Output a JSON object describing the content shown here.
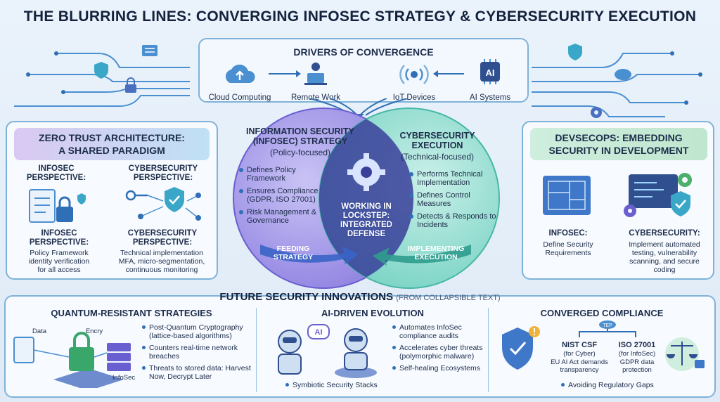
{
  "title": "THE BLURRING LINES: CONVERGING INFOSEC STRATEGY & CYBERSECURITY EXECUTION",
  "drivers": {
    "title": "DRIVERS OF CONVERGENCE",
    "items": [
      {
        "label": "Cloud Computing",
        "icon": "cloud-upload-icon"
      },
      {
        "label": "Remote Work",
        "icon": "remote-worker-icon"
      },
      {
        "label": "IoT Devices",
        "icon": "iot-signal-icon"
      },
      {
        "label": "AI Systems",
        "icon": "ai-chip-icon"
      }
    ],
    "ai_chip_text": "AI"
  },
  "zero_trust": {
    "title_line1": "ZERO TRUST ARCHITECTURE:",
    "title_line2": "A SHARED PARADIGM",
    "left_heading": "INFOSEC\nPERSPECTIVE:",
    "right_heading": "CYBERSECURITY\nPERSPECTIVE:",
    "left_bottom_heading": "INFOSEC\nPERSPECTIVE:",
    "left_bottom_text": "Policy Framework\nidentity verification\nfor all access",
    "right_bottom_heading": "CYBERSECURITY\nPERSPECTIVE:",
    "right_bottom_text": "Technical implementation\nMFA, micro-segmentation,\ncontinuous monitoring"
  },
  "venn": {
    "left_title": "INFORMATION SECURITY\n(INFOSEC) STRATEGY",
    "left_sub": "(Policy-focused)",
    "left_items": [
      "Defines Policy Framework",
      "Ensures Compliance (GDPR, ISO 27001)",
      "Risk Management & Governance"
    ],
    "right_title": "CYBERSECURITY\nEXECUTION",
    "right_sub": "(Technical-focused)",
    "right_items": [
      "Performs Technical Implementation",
      "Defines Control Measures",
      "Detects & Responds to Incidents"
    ],
    "center": "WORKING IN\nLOCKSTEP:\nINTEGRATED\nDEFENSE",
    "flow_left": "FEEDING\nSTRATEGY",
    "flow_right": "IMPLEMENTING\nEXECUTION",
    "colors": {
      "left": "#8d7fe0",
      "right": "#6fd1c0",
      "overlap": "#3a3f9a"
    }
  },
  "devsecops": {
    "title_line1": "DEVSECOPS: EMBEDDING",
    "title_line2": "SECURITY IN DEVELOPMENT",
    "left_heading": "INFOSEC:",
    "left_text": "Define Security\nRequirements",
    "right_heading": "CYBERSECURITY:",
    "right_text": "Implement automated\ntesting, vulnerability\nscanning, and secure\ncoding"
  },
  "future": {
    "title": "FUTURE SECURITY INNOVATIONS",
    "title_note": "(FROM COLLAPSIBLE TEXT)",
    "quantum": {
      "title": "QUANTUM-RESISTANT STRATEGIES",
      "lbl_data": "Data",
      "lbl_encry": "Encry",
      "lbl_infosec": "InfoSec",
      "items": [
        "Post-Quantum Cryptography (lattice-based algorithms)",
        "Counters real-time network breaches",
        "Threats to stored data: Harvest Now, Decrypt Later"
      ]
    },
    "ai": {
      "title": "AI-DRIVEN EVOLUTION",
      "bubble": "AI",
      "items": [
        "Automates InfoSec compliance audits",
        "Accelerates cyber threats (polymorphic malware)",
        "Self-healing Ecosystems"
      ],
      "bottom_item": "Symbiotic Security Stacks"
    },
    "compliance": {
      "title": "CONVERGED COMPLIANCE",
      "badge": "TEP",
      "nist_title": "NIST CSF",
      "nist_sub": "(for Cyber)",
      "iso_title": "ISO 27001",
      "iso_sub": "(for InfoSec)",
      "eu_text": "EU AI Act demands\ntransparency",
      "gdpr_text": "GDPR data\nprotection",
      "bottom_item": "Avoiding Regulatory Gaps"
    }
  }
}
